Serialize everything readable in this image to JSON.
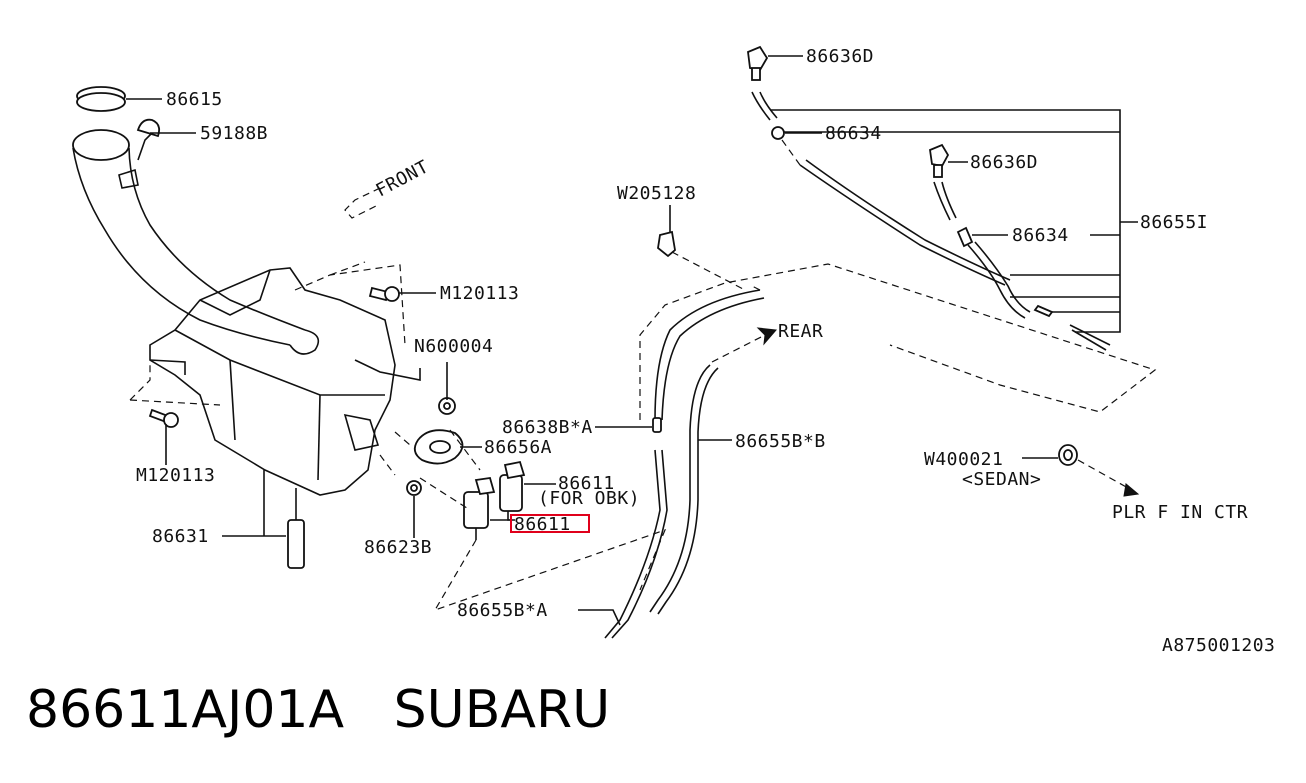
{
  "diagram": {
    "labels": {
      "p86615": "86615",
      "p59188b": "59188B",
      "front": "FRONT",
      "m120113_top": "M120113",
      "n600004": "N600004",
      "m120113_left": "M120113",
      "p86656a": "86656A",
      "p86638ba": "86638B*A",
      "p86611_obk": "86611",
      "for_obk": "(FOR OBK)",
      "p86611_hl": "86611",
      "p86623b": "86623B",
      "p86631": "86631",
      "p86655ba": "86655B*A",
      "p86655bb": "86655B*B",
      "rear": "REAR",
      "w205128": "W205128",
      "p86636d_top": "86636D",
      "p86634_top": "86634",
      "p86636d_mid": "86636D",
      "p86634_mid": "86634",
      "p86655i": "86655I",
      "w400021": "W400021",
      "sedan": "<SEDAN>",
      "plr": "PLR F IN CTR",
      "code": "A875001203"
    },
    "highlight_color": "#e0001b"
  },
  "caption": {
    "part_number": "86611AJ01A",
    "brand": "SUBARU"
  }
}
